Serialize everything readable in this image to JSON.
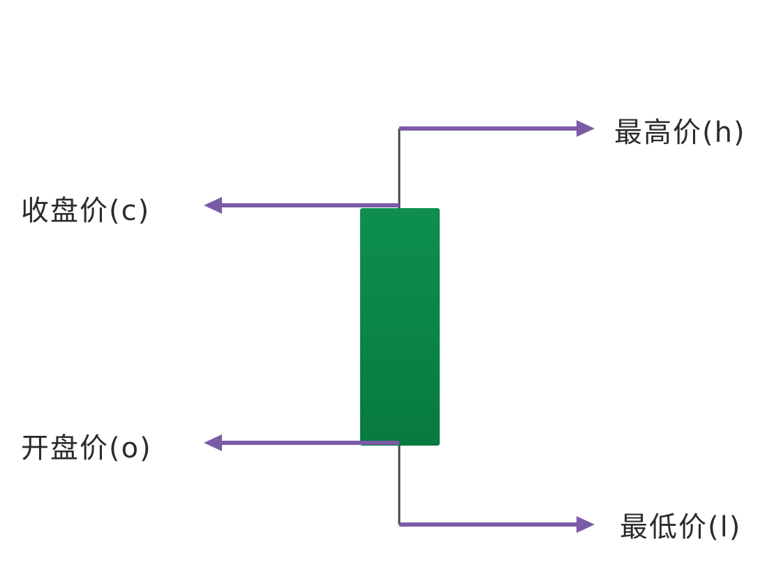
{
  "labels": {
    "high": "最高价(h)",
    "close": "收盘价(c)",
    "open": "开盘价(o)",
    "low": "最低价(l)"
  },
  "colors": {
    "candle_body": "#0a8a4a",
    "arrow": "#7b5aa6",
    "wick": "#444444",
    "text": "#2b2b2b"
  }
}
